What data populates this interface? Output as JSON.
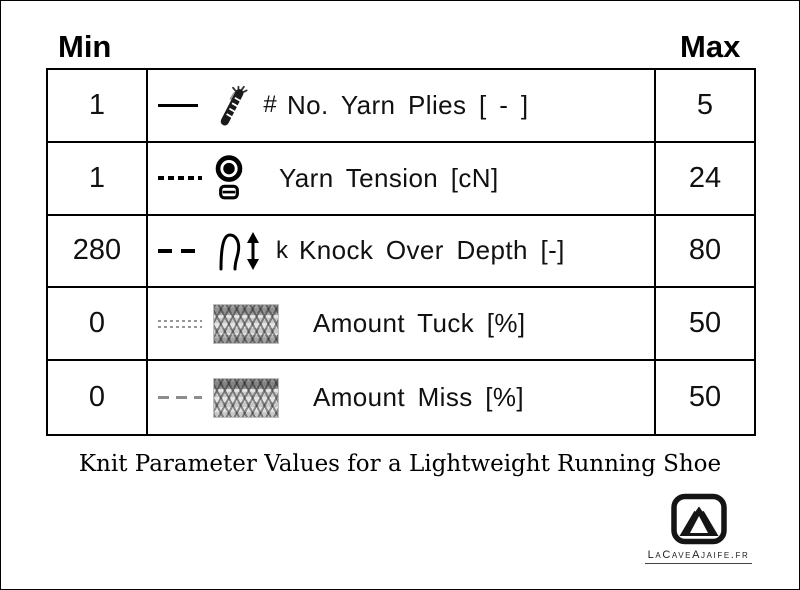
{
  "header": {
    "min_label": "Min",
    "max_label": "Max"
  },
  "table": {
    "rows": [
      {
        "min": "1",
        "symbol": "#",
        "label": "No. Yarn Plies [ - ]",
        "max": "5",
        "line_style": "solid",
        "icon": "yarn-plies-icon"
      },
      {
        "min": "1",
        "symbol": "",
        "label": "Yarn Tension [cN]",
        "max": "24",
        "line_style": "dashed",
        "icon": "yarn-tension-icon"
      },
      {
        "min": "280",
        "symbol": "k",
        "label": "Knock Over Depth [-]",
        "max": "80",
        "line_style": "long-dash",
        "icon": "knock-over-depth-icon"
      },
      {
        "min": "0",
        "symbol": "",
        "label": "Amount Tuck [%]",
        "max": "50",
        "line_style": "faint-dots",
        "icon": "tuck-knit-texture"
      },
      {
        "min": "0",
        "symbol": "",
        "label": "Amount Miss [%]",
        "max": "50",
        "line_style": "faint-dash",
        "icon": "miss-knit-texture"
      }
    ]
  },
  "caption": "Knit Parameter Values for a Lightweight Running Shoe",
  "logo": {
    "text": "LaCaveAjaife.fr",
    "icon": "mountain-logo"
  }
}
